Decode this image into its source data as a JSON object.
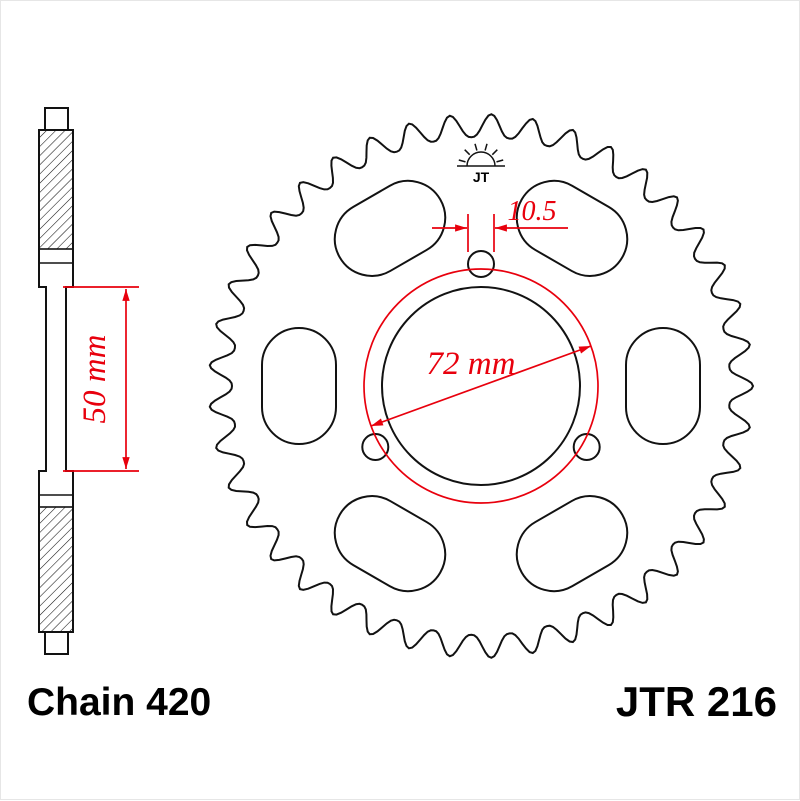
{
  "drawing": {
    "type": "rear-sprocket-technical-drawing",
    "chain_label": "Chain 420",
    "model_label": "JTR 216",
    "logo_text": "JT"
  },
  "dimensions": {
    "hub_length": "50 mm",
    "bolt_circle_diameter": "72 mm",
    "bolt_hole_diameter": "10.5"
  },
  "figure": {
    "views": [
      "side-section",
      "front"
    ],
    "teeth": 41,
    "lightening_cutouts": 6,
    "bolt_holes": 3
  },
  "colors": {
    "outline": "#121212",
    "dimension": "#e8000d",
    "background": "#ffffff"
  }
}
